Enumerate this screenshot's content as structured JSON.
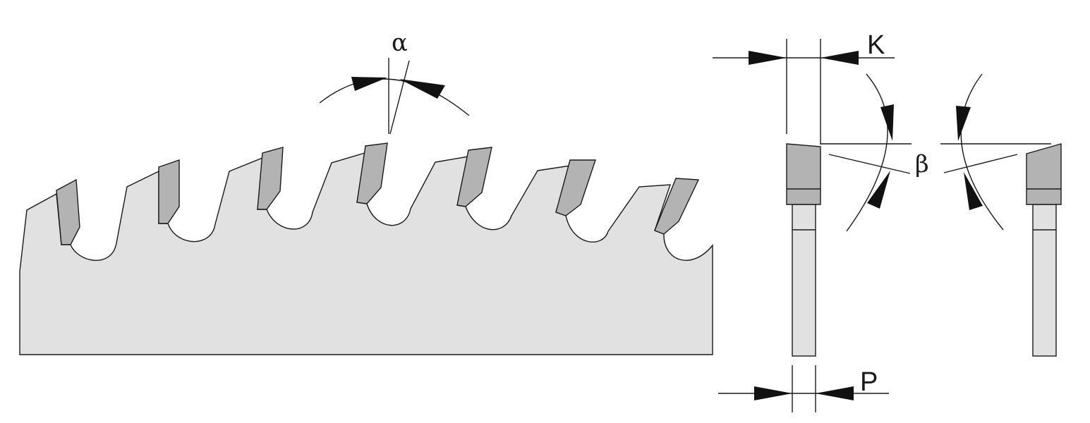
{
  "labels": {
    "alpha": "α",
    "beta": "β",
    "k": "K",
    "p": "P"
  },
  "colors": {
    "blade_body": "#e1e1e1",
    "carbide_tip": "#b3b3b3",
    "outline": "#1a1a1a"
  }
}
